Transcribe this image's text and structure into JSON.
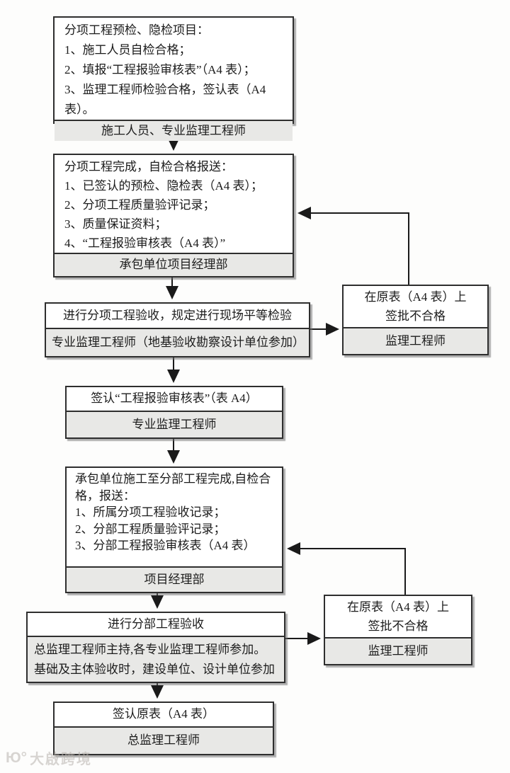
{
  "colors": {
    "box_border": "#2e2e2e",
    "footer_fill": "#e8e8e6",
    "connector": "#1a1a1a",
    "canvas_bg": "#fdfdfc"
  },
  "watermark": {
    "logo": "Ю°",
    "text": "大啟跨境"
  },
  "boxes": {
    "b1": {
      "lines": [
        "分项工程预检、隐检项目：",
        "1、施工人员自检合格；",
        "2、填报“工程报验审核表”（A4 表）；",
        "3、监理工程师检验合格，签认表（A4 表）。"
      ],
      "footer": "施工人员、专业监理工程师"
    },
    "b2": {
      "lines": [
        "分项工程完成，自检合格报送：",
        "1、已签认的预检、隐检表（A4 表）；",
        "2、分项工程质量验评记录；",
        "3、质量保证资料；",
        "4、“工程报验审核表（A4 表）”"
      ],
      "footer": "承包单位项目经理部"
    },
    "b3": {
      "title": "进行分项工程验收，规定进行现场平等检验",
      "footer": "专业监理工程师（地基验收勘察设计单位参加）"
    },
    "rb1": {
      "line1": "在原表（A4 表）上",
      "line2": "签批不合格",
      "footer": "监理工程师"
    },
    "b4": {
      "title": "签认“工程报验审核表”（表 A4）",
      "footer": "专业监理工程师"
    },
    "b5": {
      "lines": [
        "承包单位施工至分部工程完成,自检合格，报送：",
        "1、所属分项工程验收记录；",
        "2、分部工程质量验评记录；",
        "3、分部工程报验审核表（A4 表）"
      ],
      "footer": "项目经理部"
    },
    "b6": {
      "title": "进行分部工程验收",
      "footer": "总监理工程师主持,各专业监理工程师参加。基础及主体验收时，建设单位、设计单位参加"
    },
    "rb2": {
      "line1": "在原表（A4 表）上",
      "line2": "签批不合格",
      "footer": "监理工程师"
    },
    "b7": {
      "title": "签认原表（A4 表）",
      "footer": "总监理工程师"
    }
  }
}
